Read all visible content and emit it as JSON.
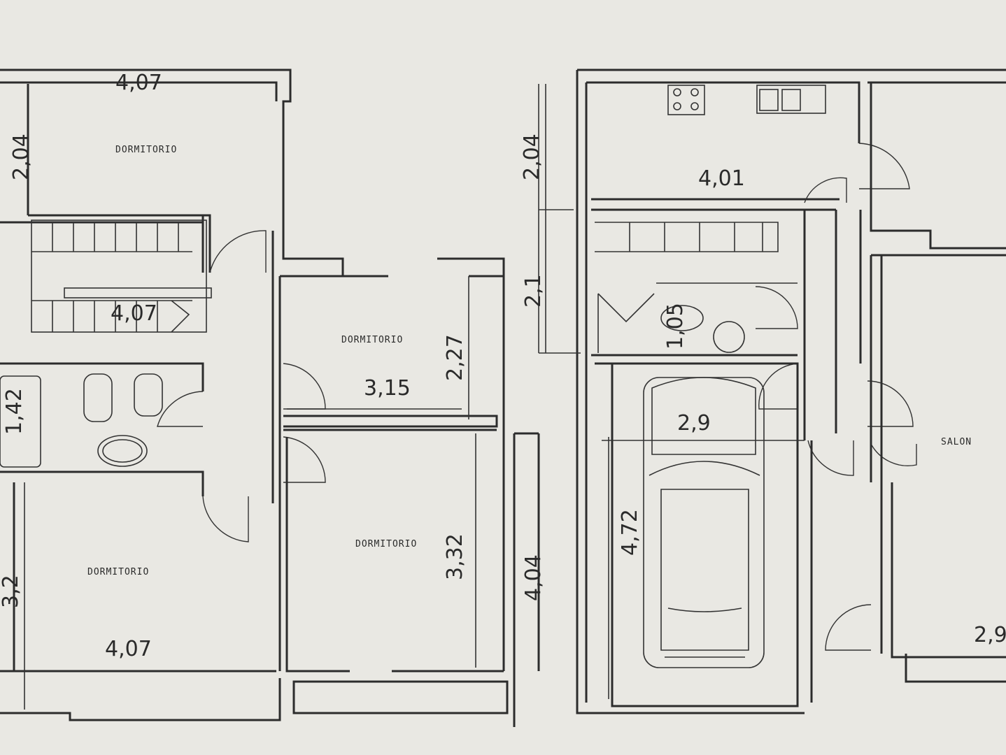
{
  "rooms": {
    "dormitorio_1": "DORMITORIO",
    "dormitorio_2": "DORMITORIO",
    "dormitorio_3": "DORMITORIO",
    "dormitorio_4": "DORMITORIO",
    "salon": "SALON"
  },
  "dimensions": {
    "top_width": "4,07",
    "top_height": "2,04",
    "stair_width": "4,07",
    "bath_height": "1,42",
    "bottom_width": "4,07",
    "bottom_height": "3,2",
    "mid_room_width": "3,15",
    "mid_room_height": "2,27",
    "lower_room_height": "3,32",
    "lower_room_outer": "4,04",
    "kitchen_height": "2,04",
    "kitchen_width": "4,01",
    "stair2_height": "2,1",
    "wc_height": "1,05",
    "garage_width": "2,9",
    "garage_height": "4,72",
    "salon_width": "2,9"
  }
}
